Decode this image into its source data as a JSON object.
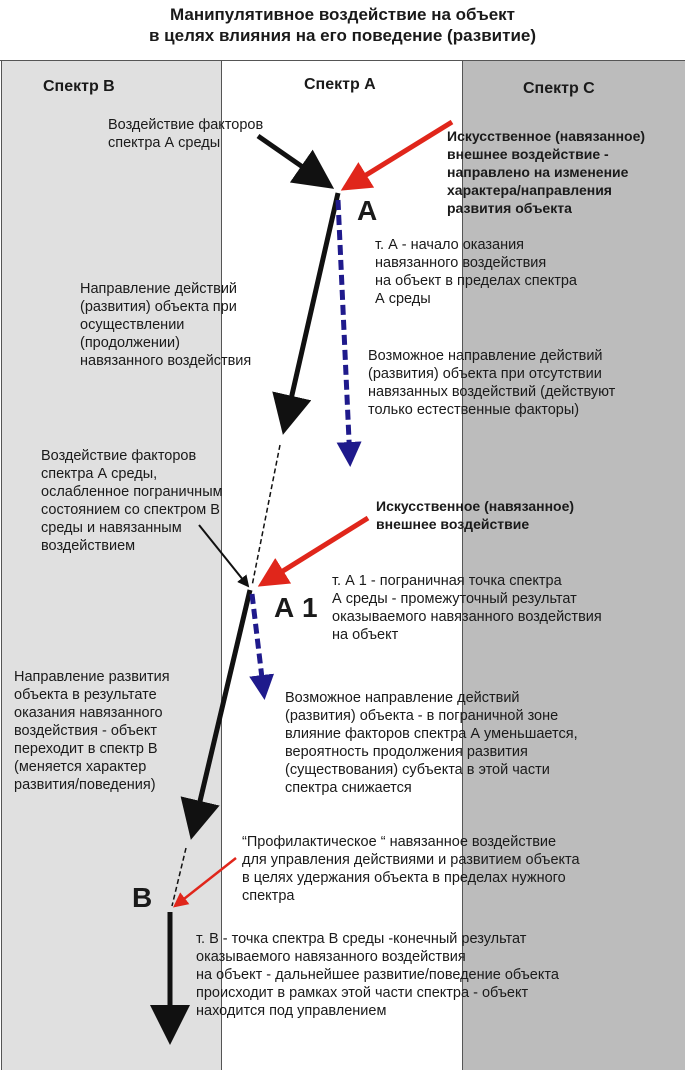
{
  "title": {
    "line1": "Манипулятивное воздействие на объект",
    "line2": "в целях влияния на его поведение (развитие)"
  },
  "spectra": {
    "b": "Спектр В",
    "a": "Спектр А",
    "c": "Спектр С"
  },
  "points": {
    "a": "А",
    "a1": "А 1",
    "b": "В"
  },
  "texts": {
    "factors_a": [
      "Воздействие факторов",
      "спектра А  среды"
    ],
    "artificial_1": [
      "Искусственное (навязанное)",
      " внешнее воздействие -",
      "направлено на изменение",
      "характера/направления",
      "развития объекта"
    ],
    "point_a_desc": [
      "т. А - начало оказания",
      "навязанного воздействия",
      "на объект в пределах спектра",
      "А среды"
    ],
    "direction_imposed": [
      "Направление действий",
      "(развития) объекта при",
      "осуществлении",
      "(продолжении)",
      "навязанного  воздействия"
    ],
    "possible_natural": [
      "Возможное направление действий",
      "(развития)  объекта при отсутствии",
      "навязанных воздействий (действуют",
      "только естественные факторы)"
    ],
    "factors_weakened": [
      "Воздействие факторов",
      "спектра А  среды,",
      "ослабленное пограничным",
      "состоянием со спектром В",
      "среды и навязанным",
      "воздействием"
    ],
    "artificial_2": [
      "Искусственное (навязанное)",
      " внешнее воздействие"
    ],
    "point_a1_desc": [
      "т. А 1 - пограничная точка спектра",
      " А  среды - промежуточный результат",
      " оказываемого навязанного воздействия",
      "на объект"
    ],
    "development_to_b": [
      "Направление развития",
      "объекта в результате",
      "оказания навязанного",
      "воздействия - объект",
      "переходит в спектр В",
      "(меняется характер",
      "развития/поведения)"
    ],
    "possible_border": [
      "Возможное направление действий",
      "(развития)  объекта - в пограничной зоне",
      "влияние факторов спектра А уменьшается,",
      "вероятность продолжения развития",
      "(существования) субъекта в этой части",
      "спектра снижается"
    ],
    "preventive": [
      "“Профилактическое “ навязанное воздействие",
      "для управления действиями и развитием объекта",
      "в целях удержания объекта в пределах нужного",
      "спектра"
    ],
    "point_b_desc": [
      "т. В - точка спектра  В  среды -конечный результат",
      " оказываемого навязанного воздействия",
      "на объект - дальнейшее развитие/поведение объекта",
      "происходит в рамках этой части спектра - объект",
      "находится под управлением"
    ]
  },
  "colors": {
    "spectrum_b": "#e0e0e0",
    "spectrum_a": "#ffffff",
    "spectrum_c": "#bcbcbc",
    "main_arrow": "#111111",
    "imposed_arrow": "#e0261b",
    "possible_arrow": "#1f1a8c"
  }
}
